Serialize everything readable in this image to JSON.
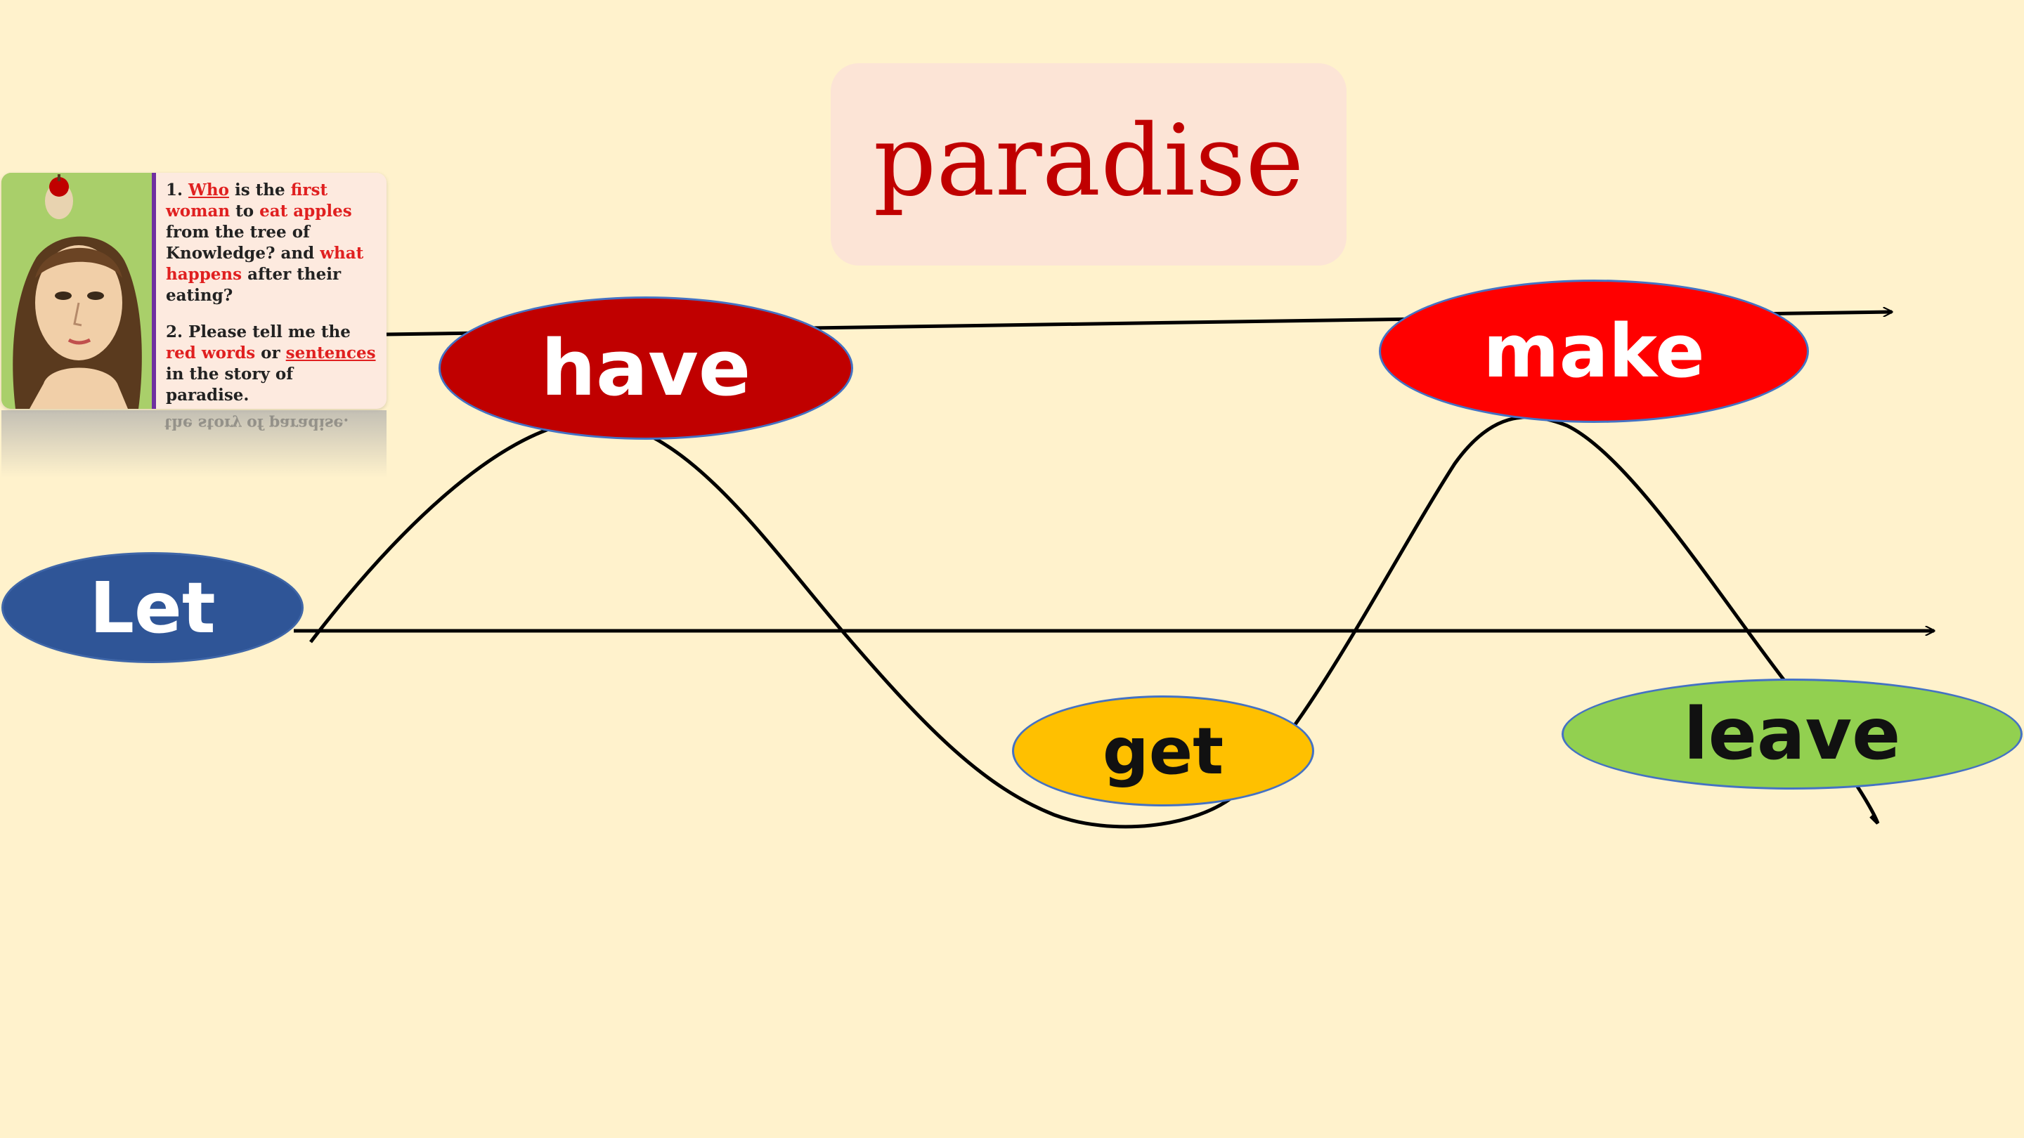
{
  "title": "paradise",
  "card": {
    "q1_num": "1.",
    "q1_who": "Who",
    "q1_is_the": "is the",
    "q1_first": "first",
    "q1_woman": "woman",
    "q1_to": "to",
    "q1_eat_apples": "eat apples",
    "q1_from": "from the tree of Knowledge?",
    "q1_and": "and",
    "q1_what_happens": "what happens",
    "q1_after": "after their eating?",
    "q2_start": "2. Please tell me the",
    "q2_red": "red",
    "q2_words": "words",
    "q2_or": "or",
    "q2_sentences": "sentences",
    "q2_end": "in the story of paradise.",
    "reflection": "the story of paradise."
  },
  "words": {
    "let": "Let",
    "have": "have",
    "make": "make",
    "get": "get",
    "leave": "leave"
  },
  "colors": {
    "background": "#fff2cc",
    "title_box": "#fce4d6",
    "title_text": "#c00000",
    "let": "#2f5597",
    "have": "#c00000",
    "make": "#ff0000",
    "get": "#ffc000",
    "leave": "#92d050"
  }
}
